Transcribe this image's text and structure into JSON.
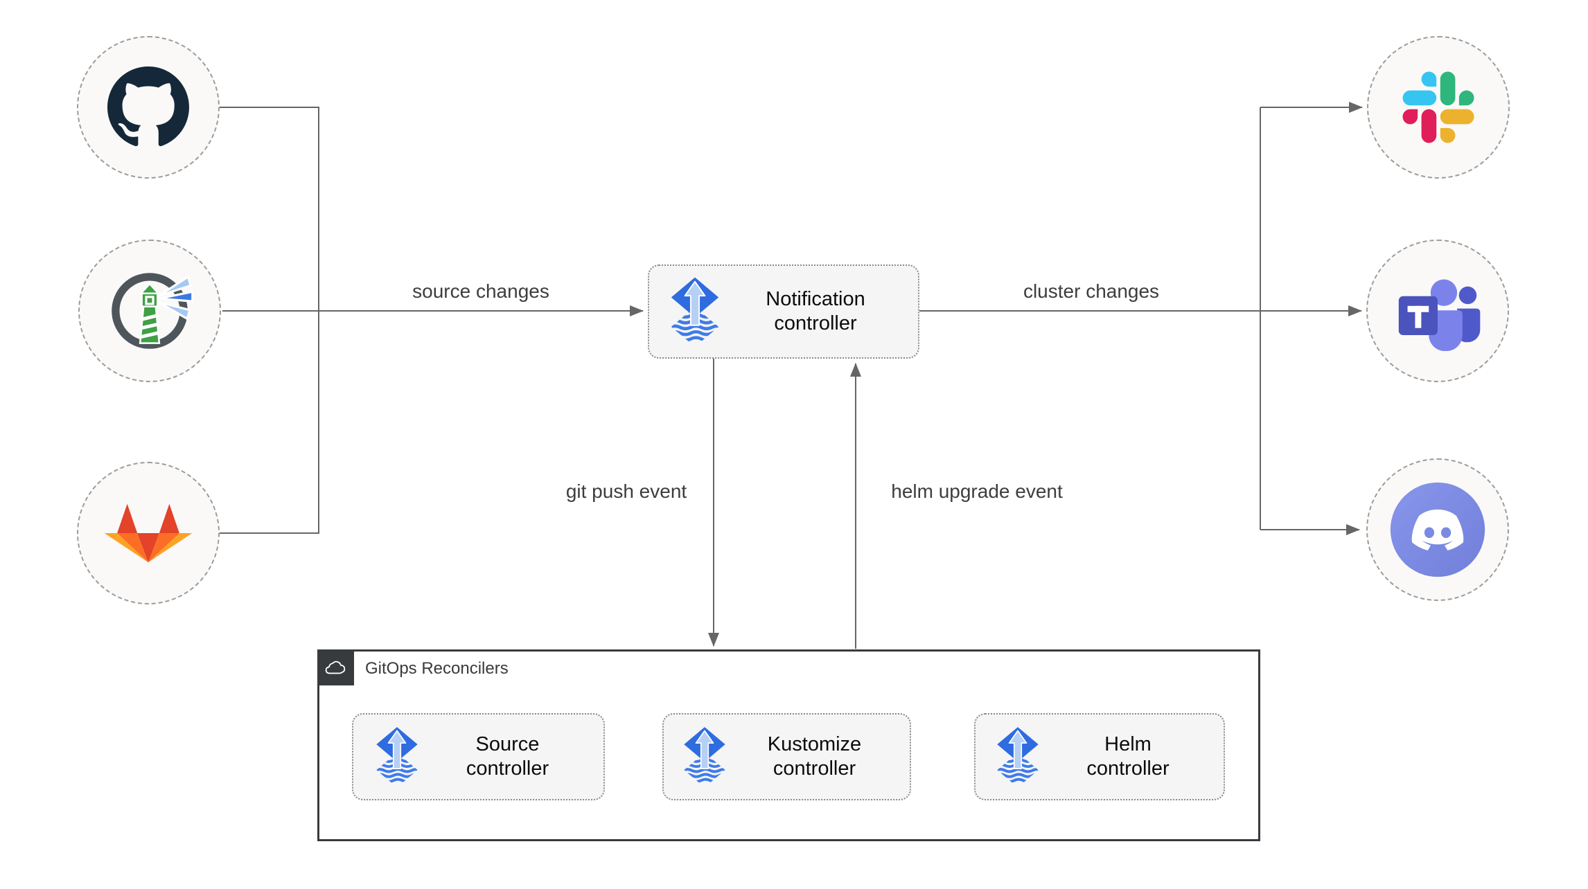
{
  "diagram": {
    "type": "architecture-diagram",
    "subject": "Flux notification controller event flow"
  },
  "left_sources": [
    {
      "name": "GitHub",
      "icon": "github-icon"
    },
    {
      "name": "Harbor",
      "icon": "harbor-icon"
    },
    {
      "name": "GitLab",
      "icon": "gitlab-icon"
    }
  ],
  "right_notifiers": [
    {
      "name": "Slack",
      "icon": "slack-icon"
    },
    {
      "name": "Microsoft Teams",
      "icon": "teams-icon"
    },
    {
      "name": "Discord",
      "icon": "discord-icon"
    }
  ],
  "nodes": {
    "notification": {
      "label": "Notification controller",
      "icon": "flux-icon"
    },
    "source": {
      "label": "Source controller",
      "icon": "flux-icon"
    },
    "kustomize": {
      "label": "Kustomize controller",
      "icon": "flux-icon"
    },
    "helm": {
      "label": "Helm controller",
      "icon": "flux-icon"
    }
  },
  "container": {
    "title": "GitOps Reconcilers",
    "icon": "cloud-icon"
  },
  "edges": {
    "source_changes": "source changes",
    "cluster_changes": "cluster changes",
    "git_push_event": "git push event",
    "helm_upgrade_event": "helm upgrade event"
  },
  "colors": {
    "connector": "#666666",
    "node_fill": "#f5f5f5",
    "node_border": "#8a8a8a",
    "circle_fill": "#faf9f7",
    "circle_border": "#9c9c9c",
    "container_border": "#373b3e",
    "flux_blue": "#2e6ce0",
    "flux_stripe_blue": "#3f7be8",
    "flux_arrow_pale": "#b6d0f5",
    "github_dark": "#15283a",
    "gitlab_red": "#e24329",
    "gitlab_orange": "#fc6d26",
    "gitlab_yellow": "#fca326",
    "slack_blue": "#36c5f0",
    "slack_green": "#2eb67d",
    "slack_yellow": "#ecb22e",
    "slack_red": "#e01e5a",
    "teams_indigo": "#4b53bc",
    "teams_light": "#7b83eb",
    "teams_dark": "#5059c9",
    "discord_blurple": "#7b8ae1",
    "harbor_gray": "#4e565c",
    "harbor_green": "#3fa044",
    "harbor_beam_light": "#a6c8f4",
    "harbor_beam_blue": "#3c79e0"
  }
}
